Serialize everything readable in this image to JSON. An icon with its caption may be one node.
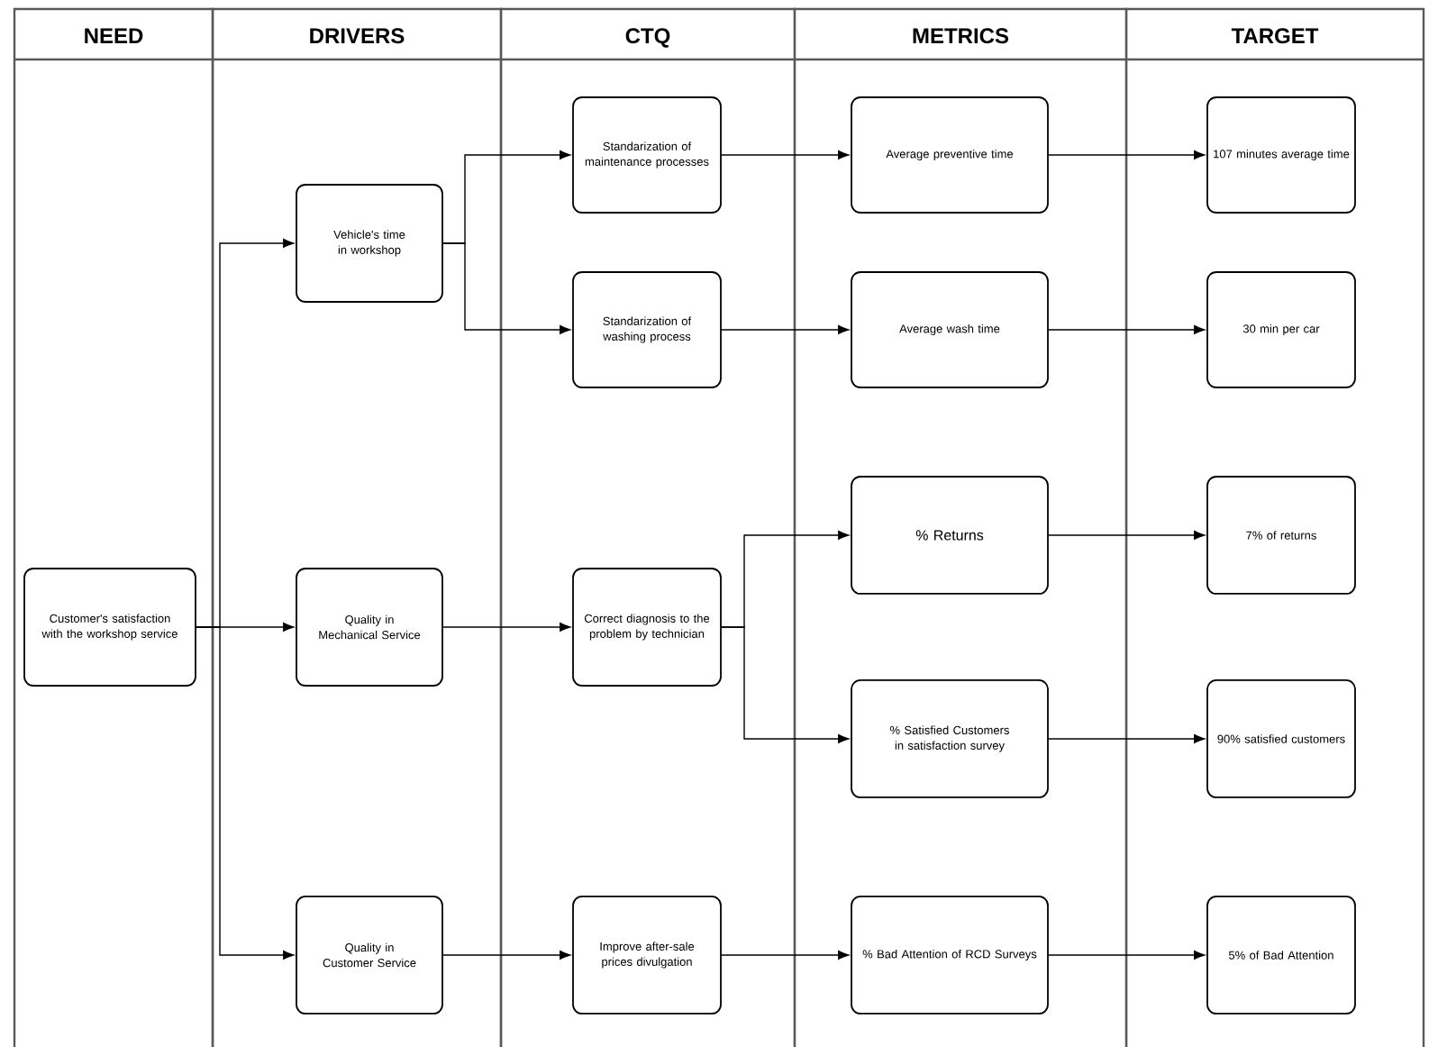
{
  "diagram": {
    "nodes": [
      {
        "text": [
          "NEED"
        ]
      },
      {
        "text": [
          "DRIVERS"
        ]
      },
      {
        "text": [
          "CTQ"
        ]
      },
      {
        "text": [
          "METRICS"
        ]
      },
      {
        "text": [
          "TARGET"
        ]
      },
      {
        "text": [
          "Customer's satisfaction with the workshop service"
        ],
        "in": 0
      },
      {
        "text": [
          "Vehicle's time in workshop"
        ],
        "in": 1
      },
      {
        "text": [
          "Quality in Mechanical Service"
        ],
        "in": 1
      },
      {
        "text": [
          "Quality in Customer Service"
        ],
        "in": 1
      },
      {
        "text": [
          "Standarization of maintenance processes"
        ],
        "in": 2
      },
      {
        "text": [
          "Standarization of washing process"
        ],
        "in": 2
      },
      {
        "text": [
          "Correct diagnosis to the problem by technician"
        ],
        "in": 2
      },
      {
        "text": [
          "Improve after-sale prices divulgation"
        ],
        "in": 2
      },
      {
        "text": [
          "Average preventive time"
        ],
        "in": 3
      },
      {
        "text": [
          "Average wash time"
        ],
        "in": 3
      },
      {
        "text": [
          "% Returns"
        ],
        "in": 3
      },
      {
        "text": [
          "% Satisfied Customers in satisfaction survey"
        ],
        "in": 3
      },
      {
        "text": [
          "% Bad Attention of RCD Surveys"
        ],
        "in": 3
      },
      {
        "text": [
          "107 minutes average time"
        ],
        "in": 4
      },
      {
        "text": [
          "30 min per car"
        ],
        "in": 4
      },
      {
        "text": [
          "7% of returns"
        ],
        "in": 4
      },
      {
        "text": [
          "90% satisfied customers"
        ],
        "in": 4
      },
      {
        "text": [
          "5% of Bad Attention"
        ],
        "in": 4
      }
    ],
    "edges": [
      {
        "from": 5,
        "to": 6,
        "arrow": "to"
      },
      {
        "from": 5,
        "to": 7,
        "arrow": "to"
      },
      {
        "from": 5,
        "to": 8,
        "arrow": "to"
      },
      {
        "from": 6,
        "to": 9,
        "arrow": "to"
      },
      {
        "from": 6,
        "to": 10,
        "arrow": "to"
      },
      {
        "from": 7,
        "to": 11,
        "arrow": "to"
      },
      {
        "from": 8,
        "to": 12,
        "arrow": "to"
      },
      {
        "from": 9,
        "to": 13,
        "arrow": "to"
      },
      {
        "from": 10,
        "to": 14,
        "arrow": "to"
      },
      {
        "from": 11,
        "to": 15,
        "arrow": "to"
      },
      {
        "from": 11,
        "to": 16,
        "arrow": "to"
      },
      {
        "from": 12,
        "to": 17,
        "arrow": "to"
      },
      {
        "from": 13,
        "to": 18,
        "arrow": "to"
      },
      {
        "from": 14,
        "to": 19,
        "arrow": "to"
      },
      {
        "from": 15,
        "to": 20,
        "arrow": "to"
      },
      {
        "from": 16,
        "to": 21,
        "arrow": "to"
      },
      {
        "from": 17,
        "to": 22,
        "arrow": "to"
      }
    ]
  }
}
